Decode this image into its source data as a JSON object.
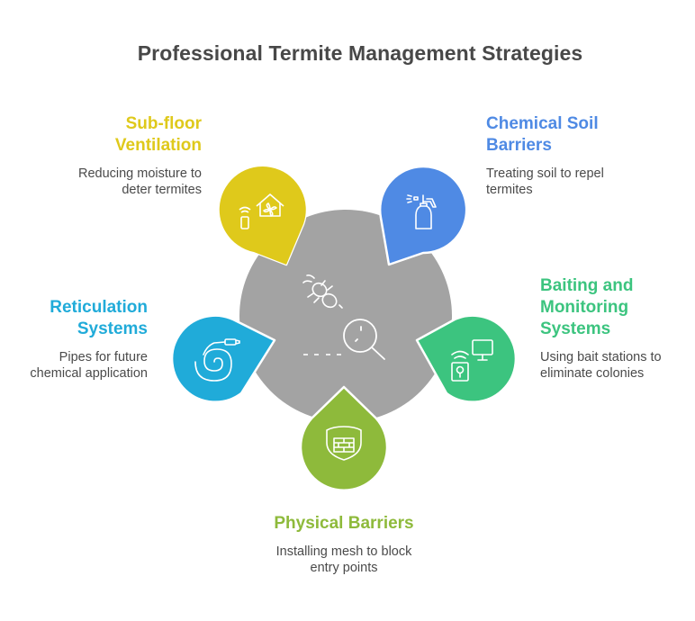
{
  "title": "Professional Termite Management Strategies",
  "colors": {
    "center": "#a3a3a3",
    "subfloor": "#dfc91b",
    "chemical": "#4f8ae4",
    "reticulation": "#20abd9",
    "baiting": "#3cc47f",
    "physical": "#8eba3b",
    "text_desc": "#4a4a4a",
    "title": "#484848"
  },
  "center": {
    "icons": [
      "termite-icon",
      "magnifier-icon"
    ]
  },
  "strategies": [
    {
      "id": "subfloor",
      "heading_lines": [
        "Sub-floor",
        "Ventilation"
      ],
      "description_lines": [
        "Reducing moisture to",
        "deter termites"
      ],
      "icon": "house-fan-remote-icon",
      "color": "#dfc91b"
    },
    {
      "id": "chemical",
      "heading_lines": [
        "Chemical Soil",
        "Barriers"
      ],
      "description_lines": [
        "Treating soil to repel",
        "termites"
      ],
      "icon": "spray-bottle-icon",
      "color": "#4f8ae4"
    },
    {
      "id": "baiting",
      "heading_lines": [
        "Baiting and",
        "Monitoring",
        "Systems"
      ],
      "description_lines": [
        "Using bait stations to",
        "eliminate colonies"
      ],
      "icon": "bait-station-monitor-icon",
      "color": "#3cc47f"
    },
    {
      "id": "physical",
      "heading_lines": [
        "Physical Barriers"
      ],
      "description_lines": [
        "Installing mesh to block",
        "entry points"
      ],
      "icon": "shield-brick-wall-icon",
      "color": "#8eba3b"
    },
    {
      "id": "reticulation",
      "heading_lines": [
        "Reticulation",
        "Systems"
      ],
      "description_lines": [
        "Pipes for future",
        "chemical application"
      ],
      "icon": "coiled-hose-icon",
      "color": "#20abd9"
    }
  ]
}
